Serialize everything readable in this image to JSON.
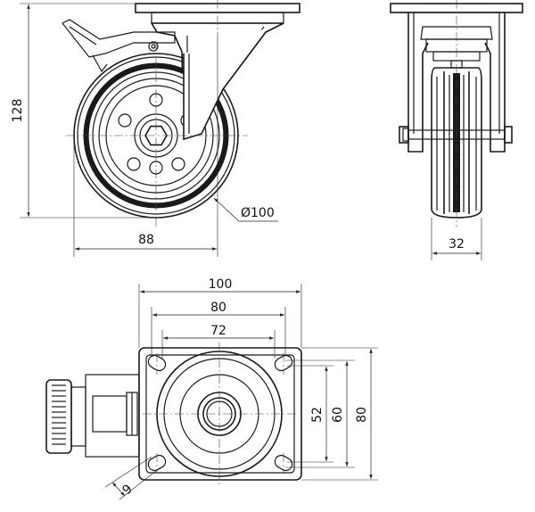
{
  "side_view": {
    "height_label": "128",
    "offset_label": "88",
    "diameter_label": "Ø100"
  },
  "front_view": {
    "width_label": "32"
  },
  "top_view": {
    "plate_width_label": "100",
    "hole_span_outer_label": "80",
    "hole_span_inner_label": "72",
    "vertical_inner_label": "52",
    "vertical_mid_label": "60",
    "vertical_outer_label": "80",
    "slot_label": "9"
  }
}
